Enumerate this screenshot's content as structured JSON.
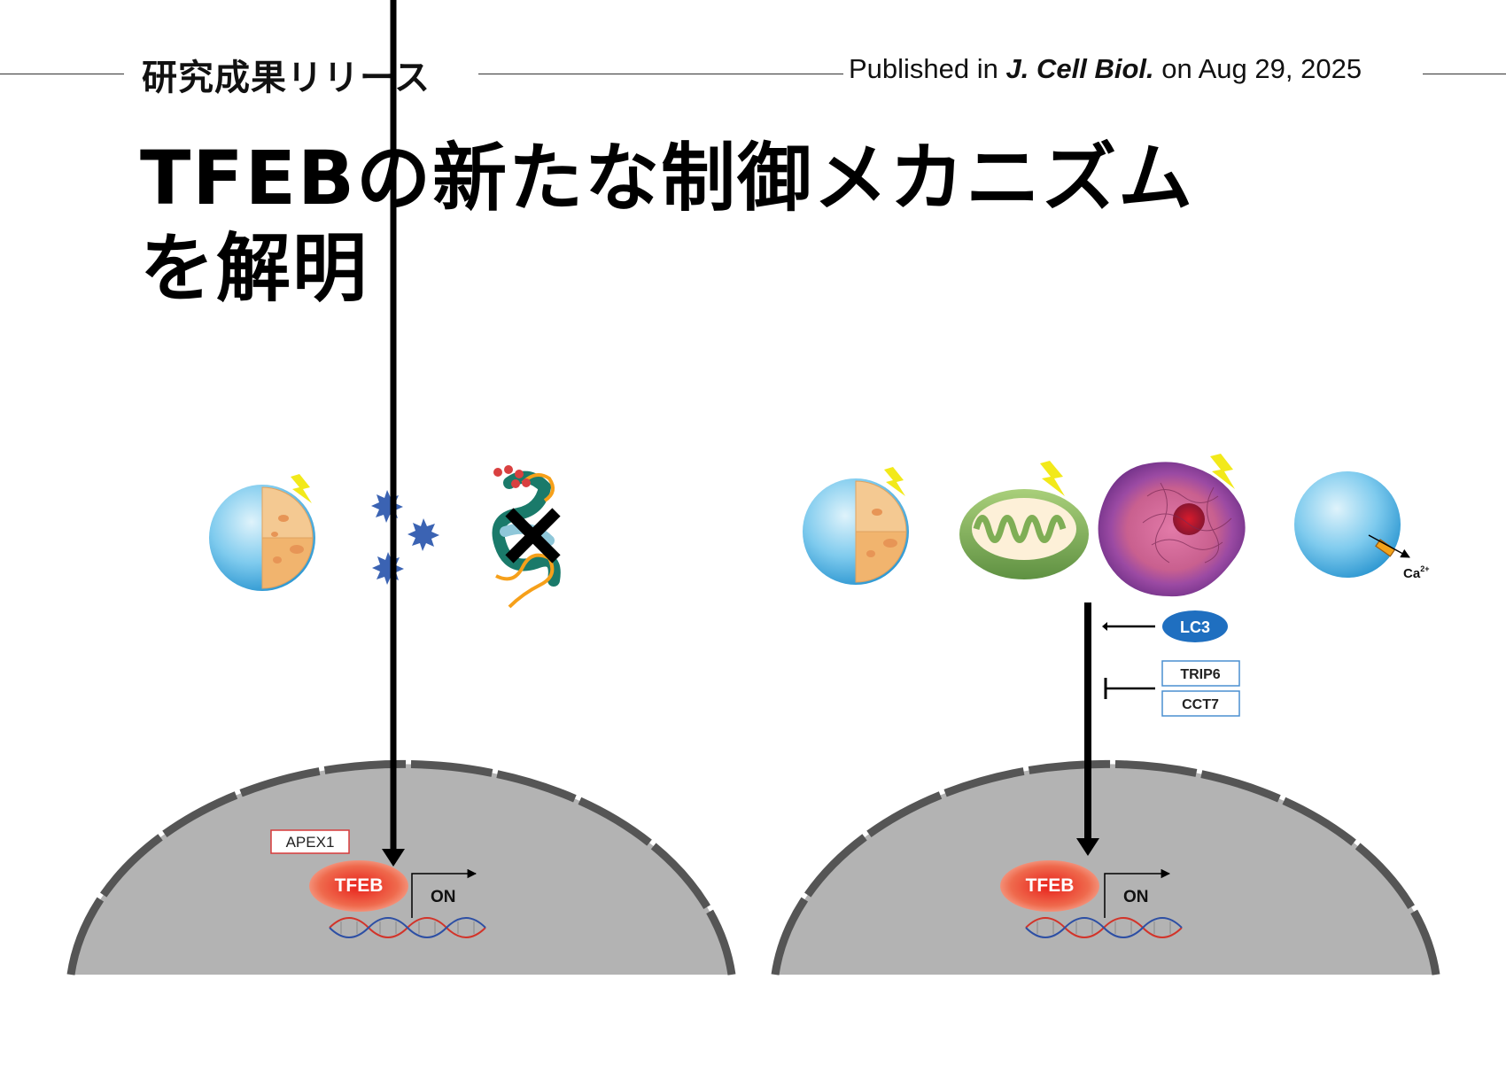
{
  "header": {
    "category": "研究成果リリース",
    "published_prefix": "Published in ",
    "journal": "J. Cell Biol.",
    "published_suffix": " on Aug 29, 2025"
  },
  "title": {
    "line1": "TFEBの新たな制御メカニズム",
    "line2": "を解明"
  },
  "left_panel": {
    "regulator": "APEX1",
    "tfeb": "TFEB",
    "on": "ON"
  },
  "right_panel": {
    "ca_ion": "Ca",
    "ca_charge": "2+",
    "activator": "LC3",
    "inhibitor_1": "TRIP6",
    "inhibitor_2": "CCT7",
    "tfeb": "TFEB",
    "on": "ON"
  },
  "colors": {
    "vesicle_blue": "#3aa5dc",
    "nucleus_gray": "#b3b3b3",
    "envelope_dark": "#555555",
    "lightning_yellow": "#f2e91a",
    "tfeb_red": "#e8392b",
    "lc3_blue": "#1f6fc0",
    "mito_green": "#7fae55",
    "nucleus_purple": "#8f4ba3",
    "apex_red": "#d83a3a",
    "box_blue": "#4a8fd0",
    "star_blue": "#3b63b3"
  }
}
